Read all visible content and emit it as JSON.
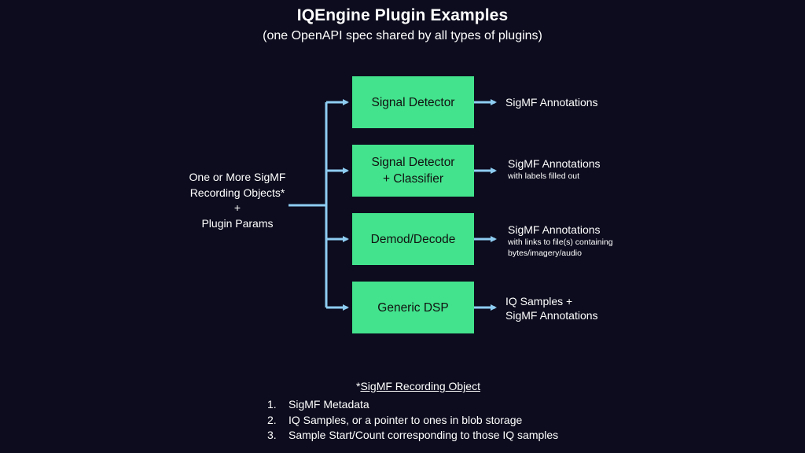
{
  "title": "IQEngine Plugin Examples",
  "subtitle": "(one OpenAPI spec shared by  all types of plugins)",
  "input": {
    "lines": [
      "One or More SigMF",
      "Recording Objects*",
      "+",
      "Plugin Params"
    ]
  },
  "plugins": [
    {
      "box_lines": [
        "Signal Detector"
      ],
      "output_lines": [
        "SigMF Annotations"
      ],
      "output_notes": []
    },
    {
      "box_lines": [
        "Signal Detector",
        "+ Classifier"
      ],
      "output_lines": [
        "SigMF Annotations"
      ],
      "output_notes": [
        "with labels filled out"
      ]
    },
    {
      "box_lines": [
        "Demod/Decode"
      ],
      "output_lines": [
        "SigMF Annotations"
      ],
      "output_notes": [
        "with links to file(s) containing",
        "bytes/imagery/audio"
      ]
    },
    {
      "box_lines": [
        "Generic DSP"
      ],
      "output_lines": [
        "IQ Samples +",
        "SigMF Annotations"
      ],
      "output_notes": []
    }
  ],
  "footnote": {
    "prefix": "*",
    "title": "SigMF Recording Object",
    "items": [
      {
        "num": "1.",
        "text": "SigMF Metadata"
      },
      {
        "num": "2.",
        "text": "IQ Samples, or a pointer to ones in blob storage"
      },
      {
        "num": "3.",
        "text": "Sample Start/Count corresponding to those IQ samples"
      }
    ]
  },
  "colors": {
    "background": "#0c0c1e",
    "box_fill": "#42e38c",
    "arrow": "#8ecdf2",
    "text": "#ffffff"
  }
}
